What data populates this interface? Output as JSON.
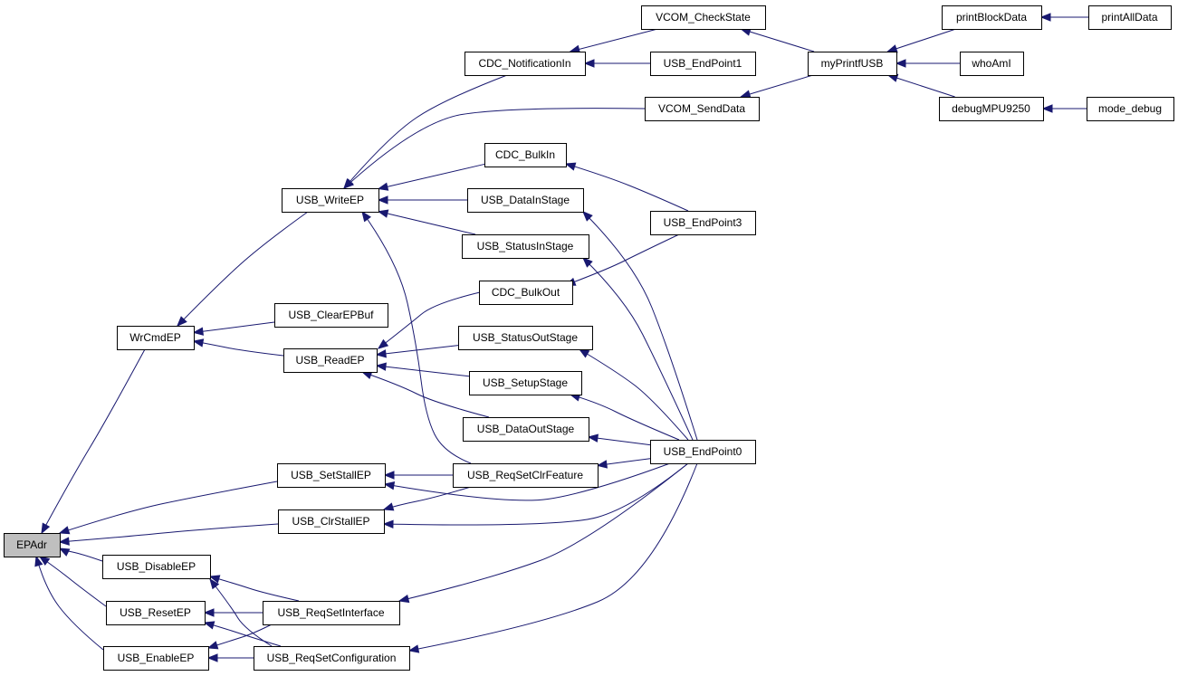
{
  "nodes": [
    {
      "id": "EPAdr",
      "label": "EPAdr",
      "root": true
    },
    {
      "id": "WrCmdEP",
      "label": "WrCmdEP"
    },
    {
      "id": "USB_WriteEP",
      "label": "USB_WriteEP"
    },
    {
      "id": "USB_ClearEPBuf",
      "label": "USB_ClearEPBuf"
    },
    {
      "id": "USB_ReadEP",
      "label": "USB_ReadEP"
    },
    {
      "id": "USB_SetStallEP",
      "label": "USB_SetStallEP"
    },
    {
      "id": "USB_ClrStallEP",
      "label": "USB_ClrStallEP"
    },
    {
      "id": "USB_DisableEP",
      "label": "USB_DisableEP"
    },
    {
      "id": "USB_ResetEP",
      "label": "USB_ResetEP"
    },
    {
      "id": "USB_EnableEP",
      "label": "USB_EnableEP"
    },
    {
      "id": "CDC_NotificationIn",
      "label": "CDC_NotificationIn"
    },
    {
      "id": "CDC_BulkIn",
      "label": "CDC_BulkIn"
    },
    {
      "id": "USB_DataInStage",
      "label": "USB_DataInStage"
    },
    {
      "id": "USB_StatusInStage",
      "label": "USB_StatusInStage"
    },
    {
      "id": "CDC_BulkOut",
      "label": "CDC_BulkOut"
    },
    {
      "id": "USB_StatusOutStage",
      "label": "USB_StatusOutStage"
    },
    {
      "id": "USB_SetupStage",
      "label": "USB_SetupStage"
    },
    {
      "id": "USB_DataOutStage",
      "label": "USB_DataOutStage"
    },
    {
      "id": "USB_ReqSetClrFeature",
      "label": "USB_ReqSetClrFeature"
    },
    {
      "id": "USB_ReqSetInterface",
      "label": "USB_ReqSetInterface"
    },
    {
      "id": "USB_ReqSetConfiguration",
      "label": "USB_ReqSetConfiguration"
    },
    {
      "id": "VCOM_CheckState",
      "label": "VCOM_CheckState"
    },
    {
      "id": "USB_EndPoint1",
      "label": "USB_EndPoint1"
    },
    {
      "id": "VCOM_SendData",
      "label": "VCOM_SendData"
    },
    {
      "id": "USB_EndPoint3",
      "label": "USB_EndPoint3"
    },
    {
      "id": "USB_EndPoint0",
      "label": "USB_EndPoint0"
    },
    {
      "id": "myPrintfUSB",
      "label": "myPrintfUSB"
    },
    {
      "id": "printBlockData",
      "label": "printBlockData"
    },
    {
      "id": "printAllData",
      "label": "printAllData"
    },
    {
      "id": "whoAmI",
      "label": "whoAmI"
    },
    {
      "id": "debugMPU9250",
      "label": "debugMPU9250"
    },
    {
      "id": "mode_debug",
      "label": "mode_debug"
    }
  ],
  "edges": [
    {
      "from": "WrCmdEP",
      "to": "EPAdr"
    },
    {
      "from": "USB_SetStallEP",
      "to": "EPAdr"
    },
    {
      "from": "USB_ClrStallEP",
      "to": "EPAdr"
    },
    {
      "from": "USB_DisableEP",
      "to": "EPAdr"
    },
    {
      "from": "USB_ResetEP",
      "to": "EPAdr"
    },
    {
      "from": "USB_EnableEP",
      "to": "EPAdr"
    },
    {
      "from": "USB_WriteEP",
      "to": "WrCmdEP"
    },
    {
      "from": "USB_ClearEPBuf",
      "to": "WrCmdEP"
    },
    {
      "from": "USB_ReadEP",
      "to": "WrCmdEP"
    },
    {
      "from": "CDC_NotificationIn",
      "to": "USB_WriteEP"
    },
    {
      "from": "VCOM_SendData",
      "to": "USB_WriteEP"
    },
    {
      "from": "CDC_BulkIn",
      "to": "USB_WriteEP"
    },
    {
      "from": "USB_DataInStage",
      "to": "USB_WriteEP"
    },
    {
      "from": "USB_StatusInStage",
      "to": "USB_WriteEP"
    },
    {
      "from": "USB_ReqSetClrFeature",
      "to": "USB_WriteEP"
    },
    {
      "from": "CDC_BulkOut",
      "to": "USB_ReadEP"
    },
    {
      "from": "USB_StatusOutStage",
      "to": "USB_ReadEP"
    },
    {
      "from": "USB_SetupStage",
      "to": "USB_ReadEP"
    },
    {
      "from": "USB_DataOutStage",
      "to": "USB_ReadEP"
    },
    {
      "from": "USB_ReqSetClrFeature",
      "to": "USB_SetStallEP"
    },
    {
      "from": "USB_EndPoint0",
      "to": "USB_SetStallEP"
    },
    {
      "from": "USB_ReqSetClrFeature",
      "to": "USB_ClrStallEP"
    },
    {
      "from": "USB_EndPoint0",
      "to": "USB_ClrStallEP"
    },
    {
      "from": "USB_ReqSetInterface",
      "to": "USB_DisableEP"
    },
    {
      "from": "USB_ReqSetConfiguration",
      "to": "USB_DisableEP"
    },
    {
      "from": "USB_ReqSetInterface",
      "to": "USB_ResetEP"
    },
    {
      "from": "USB_ReqSetConfiguration",
      "to": "USB_ResetEP"
    },
    {
      "from": "USB_ReqSetInterface",
      "to": "USB_EnableEP"
    },
    {
      "from": "USB_ReqSetConfiguration",
      "to": "USB_EnableEP"
    },
    {
      "from": "VCOM_CheckState",
      "to": "CDC_NotificationIn"
    },
    {
      "from": "USB_EndPoint1",
      "to": "CDC_NotificationIn"
    },
    {
      "from": "USB_EndPoint3",
      "to": "CDC_BulkIn"
    },
    {
      "from": "USB_EndPoint3",
      "to": "CDC_BulkOut"
    },
    {
      "from": "USB_EndPoint0",
      "to": "USB_DataInStage"
    },
    {
      "from": "USB_EndPoint0",
      "to": "USB_StatusInStage"
    },
    {
      "from": "USB_EndPoint0",
      "to": "USB_StatusOutStage"
    },
    {
      "from": "USB_EndPoint0",
      "to": "USB_SetupStage"
    },
    {
      "from": "USB_EndPoint0",
      "to": "USB_DataOutStage"
    },
    {
      "from": "USB_EndPoint0",
      "to": "USB_ReqSetClrFeature"
    },
    {
      "from": "USB_EndPoint0",
      "to": "USB_ReqSetInterface"
    },
    {
      "from": "USB_EndPoint0",
      "to": "USB_ReqSetConfiguration"
    },
    {
      "from": "myPrintfUSB",
      "to": "VCOM_CheckState"
    },
    {
      "from": "myPrintfUSB",
      "to": "VCOM_SendData"
    },
    {
      "from": "printBlockData",
      "to": "myPrintfUSB"
    },
    {
      "from": "whoAmI",
      "to": "myPrintfUSB"
    },
    {
      "from": "debugMPU9250",
      "to": "myPrintfUSB"
    },
    {
      "from": "printAllData",
      "to": "printBlockData"
    },
    {
      "from": "mode_debug",
      "to": "debugMPU9250"
    }
  ]
}
